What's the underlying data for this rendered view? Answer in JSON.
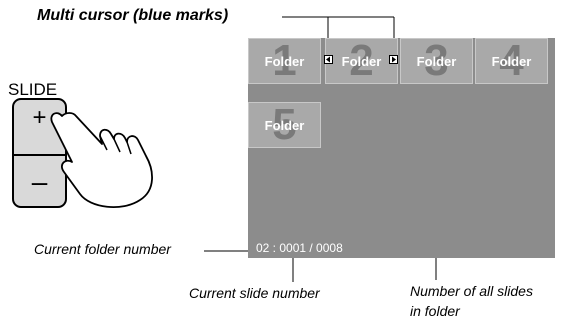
{
  "annotations": {
    "multi_cursor": "Multi cursor (blue marks)",
    "current_folder_number": "Current folder number",
    "current_slide_number": "Current slide number",
    "number_of_all_slides_line1": "Number of all slides",
    "number_of_all_slides_line2": "in folder"
  },
  "remote": {
    "slide_label": "SLIDE",
    "plus": "+",
    "minus": "–"
  },
  "screen": {
    "folders": [
      {
        "number": "1",
        "label": "Folder"
      },
      {
        "number": "2",
        "label": "Folder"
      },
      {
        "number": "3",
        "label": "Folder"
      },
      {
        "number": "4",
        "label": "Folder"
      },
      {
        "number": "5",
        "label": "Folder"
      }
    ],
    "status_text": "02 : 0001 / 0008"
  }
}
